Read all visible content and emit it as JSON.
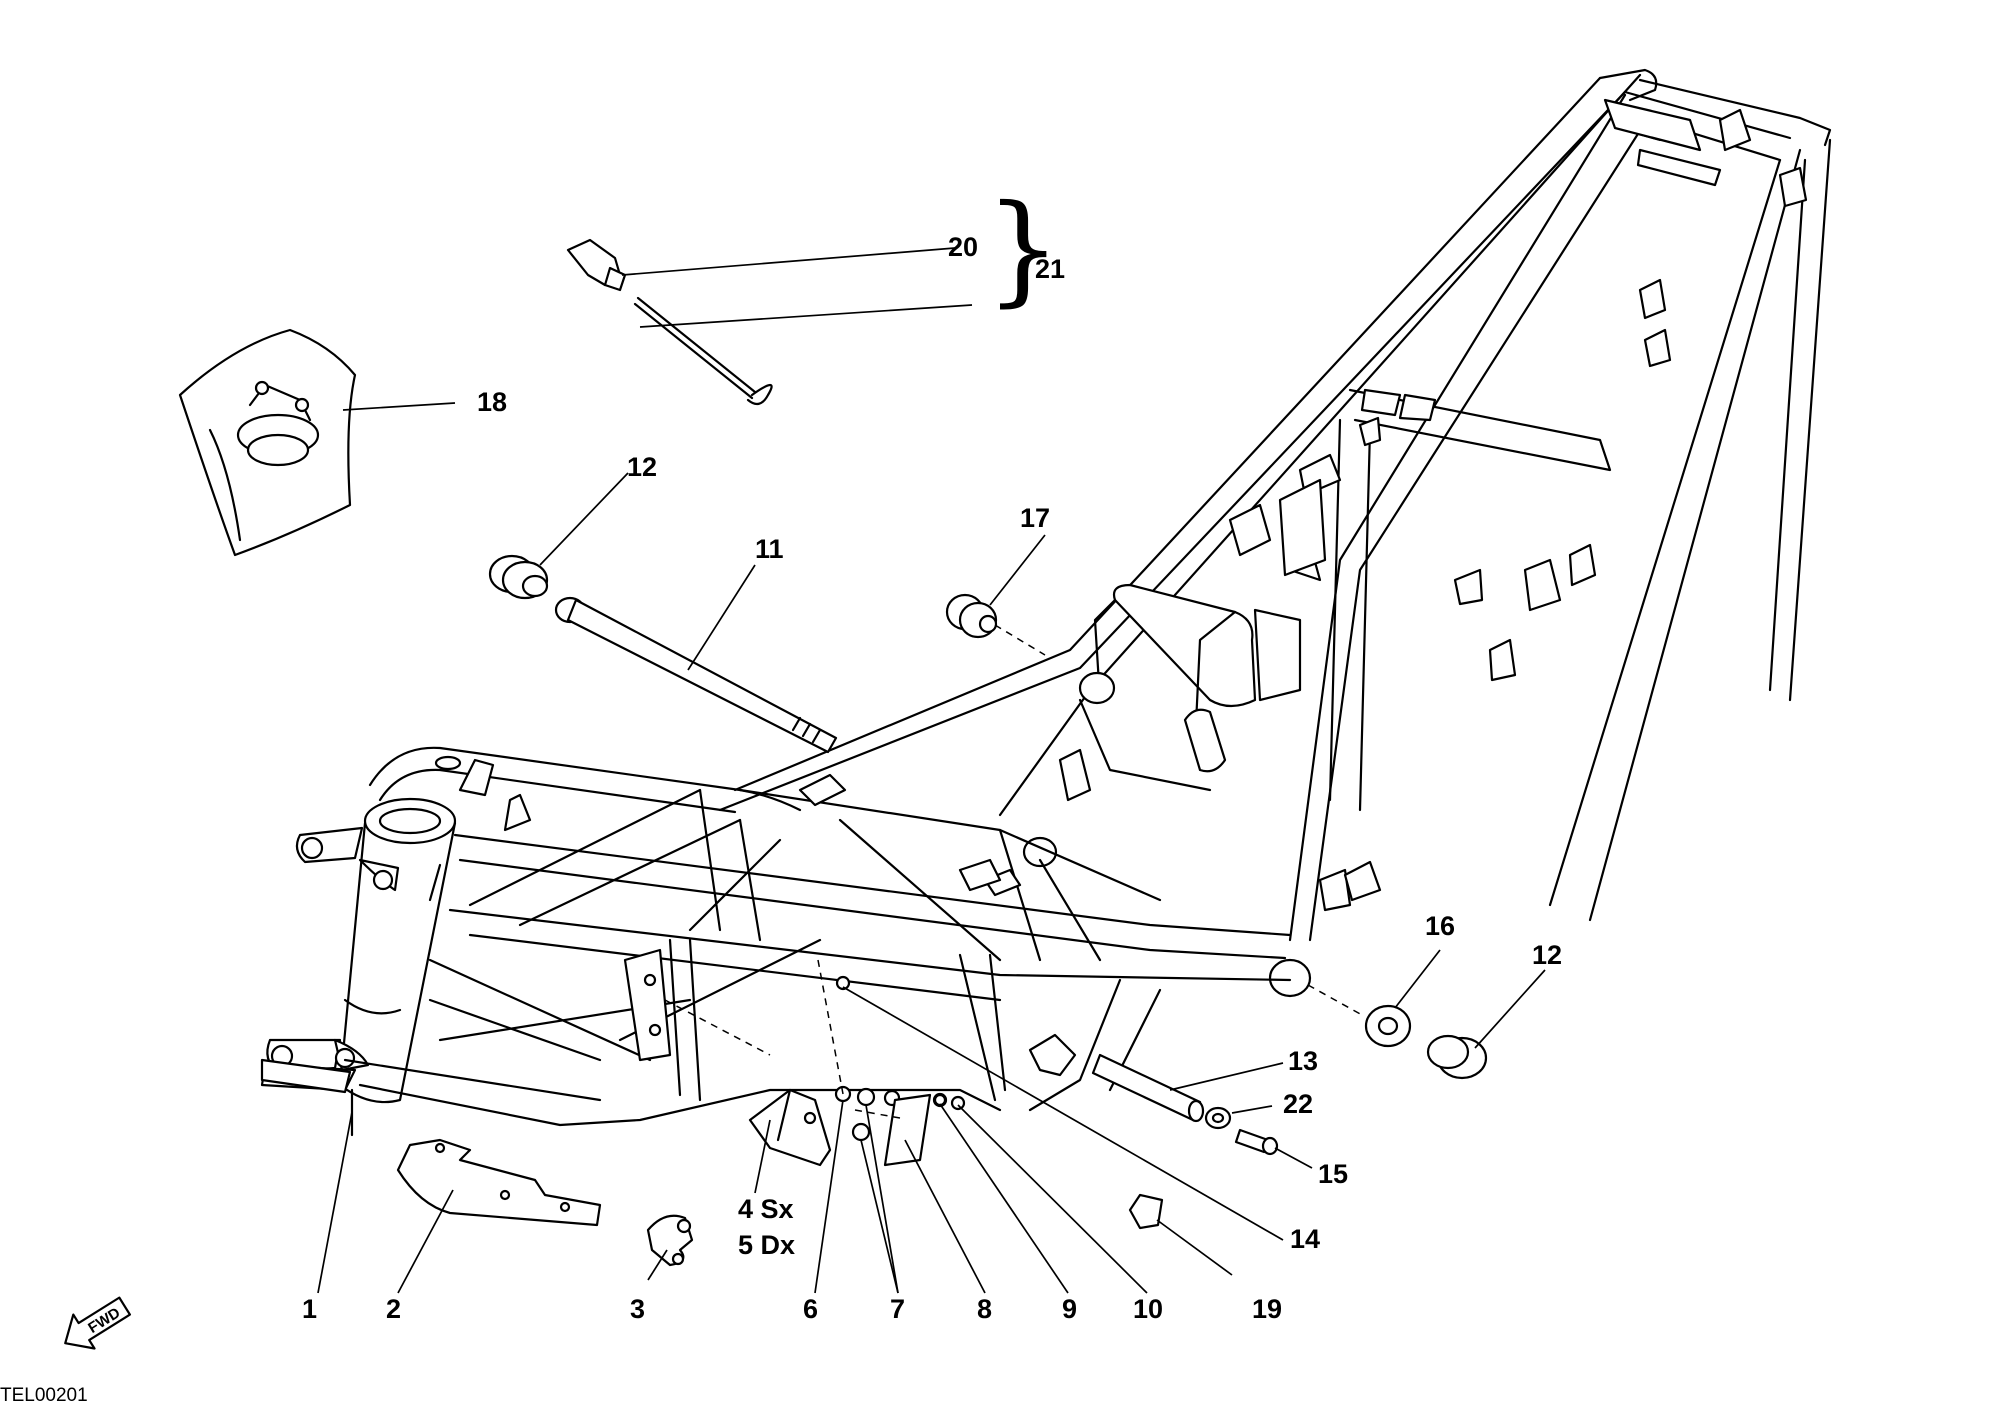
{
  "drawing_code": "TEL00201",
  "fwd_arrow": {
    "icon": "fwd-arrow-icon",
    "label": "FWD"
  },
  "callouts": [
    {
      "id": "c1",
      "label": "1"
    },
    {
      "id": "c2",
      "label": "2"
    },
    {
      "id": "c3",
      "label": "3"
    },
    {
      "id": "c4",
      "label": "4 Sx"
    },
    {
      "id": "c5",
      "label": "5 Dx"
    },
    {
      "id": "c6",
      "label": "6"
    },
    {
      "id": "c7",
      "label": "7"
    },
    {
      "id": "c8",
      "label": "8"
    },
    {
      "id": "c9",
      "label": "9"
    },
    {
      "id": "c10",
      "label": "10"
    },
    {
      "id": "c11",
      "label": "11"
    },
    {
      "id": "c12a",
      "label": "12"
    },
    {
      "id": "c12b",
      "label": "12"
    },
    {
      "id": "c13",
      "label": "13"
    },
    {
      "id": "c14",
      "label": "14"
    },
    {
      "id": "c15",
      "label": "15"
    },
    {
      "id": "c16",
      "label": "16"
    },
    {
      "id": "c17",
      "label": "17"
    },
    {
      "id": "c18",
      "label": "18"
    },
    {
      "id": "c19",
      "label": "19"
    },
    {
      "id": "c20",
      "label": "20"
    },
    {
      "id": "c21",
      "label": "21"
    },
    {
      "id": "c22",
      "label": "22"
    }
  ]
}
